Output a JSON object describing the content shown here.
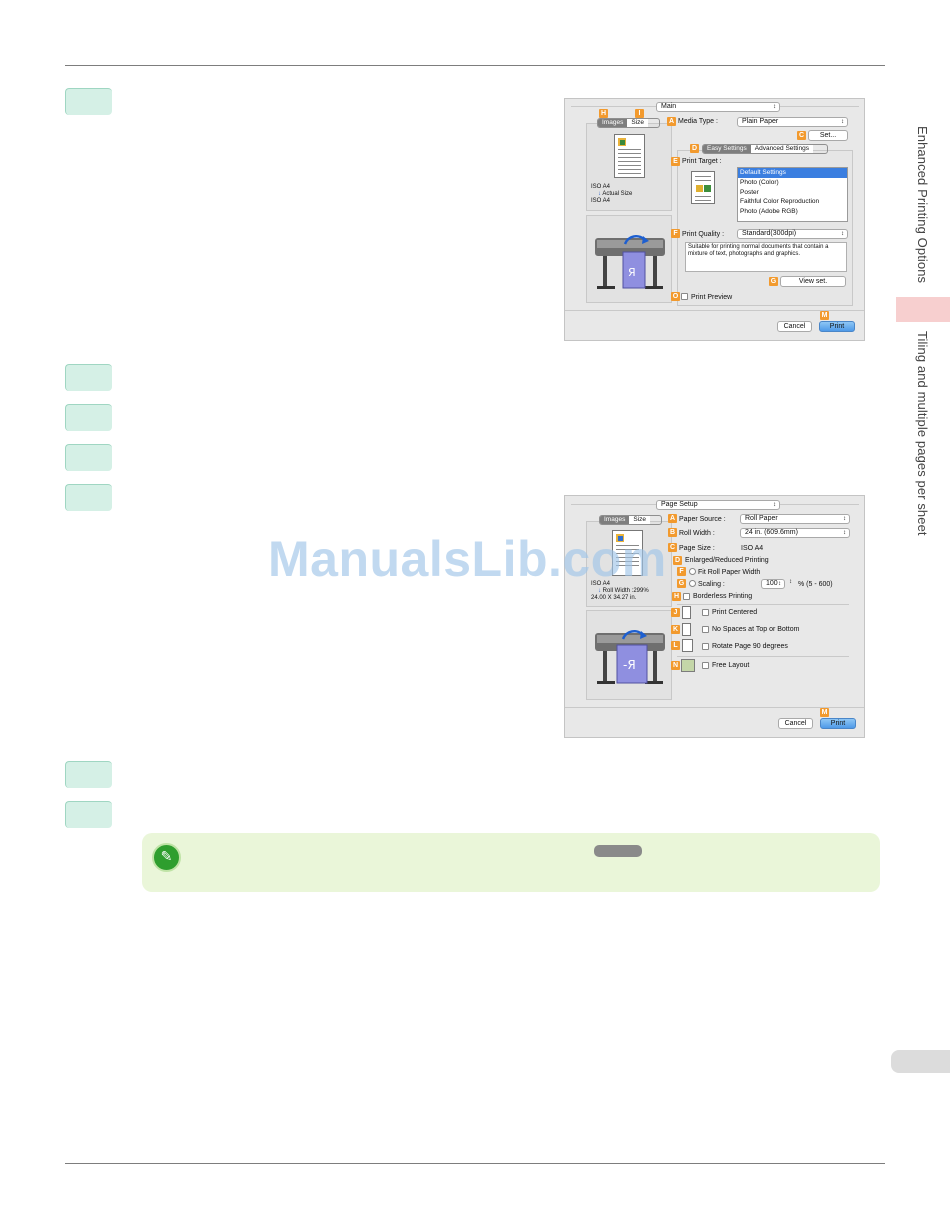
{
  "side_tabs": [
    "Enhanced Printing Options",
    "Tiling and multiple pages per sheet"
  ],
  "watermark": "ManualsLib.com",
  "dialog_main": {
    "menu": "Main",
    "tabs": [
      "Images",
      "Size"
    ],
    "media_type_label": "Media Type :",
    "media_type_value": "Plain Paper",
    "set_button": "Set...",
    "settings_tabs": [
      "Easy Settings",
      "Advanced Settings"
    ],
    "print_target_label": "Print Target :",
    "print_targets": [
      "Default Settings",
      "Photo (Color)",
      "Poster",
      "Faithful Color Reproduction",
      "Photo (Adobe RGB)"
    ],
    "print_quality_label": "Print Quality :",
    "print_quality_value": "Standard(300dpi)",
    "description": "Suitable for printing normal documents that contain a mixture of text, photographs and graphics.",
    "view_set_button": "View set.",
    "print_preview": "Print Preview",
    "preview_info": [
      "ISO A4",
      "Actual Size",
      "ISO A4"
    ],
    "cancel": "Cancel",
    "print": "Print",
    "badges": {
      "H": "H",
      "I": "I",
      "A": "A",
      "C": "C",
      "D": "D",
      "E": "E",
      "F": "F",
      "G": "G",
      "O": "O",
      "M": "M"
    }
  },
  "dialog_page": {
    "menu": "Page Setup",
    "tabs": [
      "Images",
      "Size"
    ],
    "paper_source_label": "Paper Source :",
    "paper_source_value": "Roll Paper",
    "roll_width_label": "Roll Width :",
    "roll_width_value": "24 in. (609.6mm)",
    "page_size_label": "Page Size :",
    "page_size_value": "ISO A4",
    "enlarged": "Enlarged/Reduced Printing",
    "fit_roll": "Fit Roll Paper Width",
    "scaling_label": "Scaling :",
    "scaling_value": "100",
    "scaling_range": "% (5 - 600)",
    "borderless": "Borderless Printing",
    "print_centered": "Print Centered",
    "no_spaces": "No Spaces at Top or Bottom",
    "rotate": "Rotate Page 90 degrees",
    "free_layout": "Free Layout",
    "preview_info": [
      "ISO A4",
      "Roll Width :299%",
      "24.00 X 34.27 in."
    ],
    "cancel": "Cancel",
    "print": "Print",
    "badges": {
      "A": "A",
      "B": "B",
      "C": "C",
      "D": "D",
      "F": "F",
      "G": "G",
      "H": "H",
      "J": "J",
      "K": "K",
      "L": "L",
      "N": "N",
      "M": "M"
    }
  }
}
